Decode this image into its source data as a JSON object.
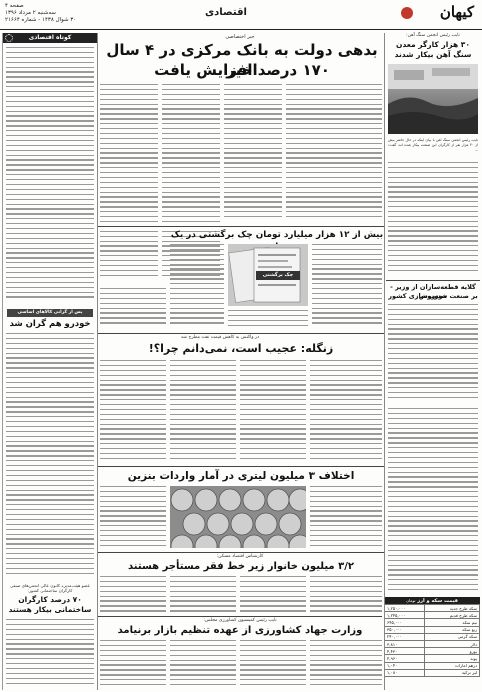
{
  "masthead": {
    "logo": "کیهان",
    "section": "اقتصادی",
    "date_line1": "صفحه ۴",
    "date_line2": "سه‌شنبه ۲ مرداد ۱۳۹۶",
    "date_line3": "۳۰ شوال ۱۴۳۸ - شماره ۲۱۶۶۴"
  },
  "lead": {
    "kicker": "خبر اختصاصی",
    "headline1": "بدهی دولت به بانک مرکزی در ۴ سال اخیر",
    "headline2": "۱۷۰ درصد افزایش یافت"
  },
  "right_top": {
    "kicker": "نایب رئیس انجمن سنگ آهن:",
    "headline": "۳۰ هزار کارگر معدن سنگ آهن بیکار شدند",
    "body_lead": "نایب رئیس انجمن سنگ آهن با بیان اینکه در حال حاضر بیش از ۳۰ هزار نفر از کارگران این صنعت بیکار شده اند، گفت: ..."
  },
  "cheque": {
    "headline": "بیش از ۱۲ هزار میلیارد تومان چک برگشتی در یک ماه",
    "photo_text": "چک برگشتی"
  },
  "parts": {
    "headline": "گلایه قطعه‌سازان از وزیر - ستونوش",
    "subhead": "بر صنعت خودروسازی کشور"
  },
  "zaghnaleh": {
    "kicker": "در واکنش به کاهش قیمت نفت مطرح شد",
    "headline": "زنگله: عجیب است، نمی‌دانم چرا؟!"
  },
  "gasoline": {
    "headline": "اختلاف ۳ میلیون لیتری در آمار واردات بنزین"
  },
  "poverty": {
    "kicker": "کارشناس اقتصاد مسکن:",
    "headline": "۳/۲ میلیون خانوار زیر خط فقر مستأجر هستند"
  },
  "agri": {
    "kicker": "نایب رئیس کمیسیون کشاورزی مجلس:",
    "headline": "وزارت جهاد کشاورزی از عهده تنظیم بازار برنیامد"
  },
  "left_col": {
    "box_title": "کوتاه اقتصادی",
    "cars_kicker": "پس از گرانی کالاهای اساسی",
    "cars_headline": "خودرو هم گران شد",
    "workers_headline": "۷۰ درصد کارگران ساختمانی بیکار هستند",
    "workers_kicker": "عضو هیئت‌مدیره کانون عالی انجمن‌های صنفی کارگران ساختمانی کشور:"
  },
  "price_table": {
    "title": "قیمت سکه و ارز",
    "unit": "تومان",
    "rows": [
      {
        "name": "سکه طرح جدید",
        "value": "۱,۲۵۰,۰۰۰"
      },
      {
        "name": "سکه طرح قدیم",
        "value": "۱,۲۴۵,۰۰۰"
      },
      {
        "name": "نیم سکه",
        "value": "۶۴۵,۰۰۰"
      },
      {
        "name": "ربع سکه",
        "value": "۳۵۰,۰۰۰"
      },
      {
        "name": "سکه گرمی",
        "value": "۲۴۰,۰۰۰"
      },
      {
        "name": "دلار",
        "value": "۳,۸۱۰"
      },
      {
        "name": "یورو",
        "value": "۴,۴۳۰"
      },
      {
        "name": "پوند",
        "value": "۴,۹۶۰"
      },
      {
        "name": "درهم امارات",
        "value": "۱,۰۴۰"
      },
      {
        "name": "لیر ترکیه",
        "value": "۱,۰۸۰"
      }
    ]
  }
}
